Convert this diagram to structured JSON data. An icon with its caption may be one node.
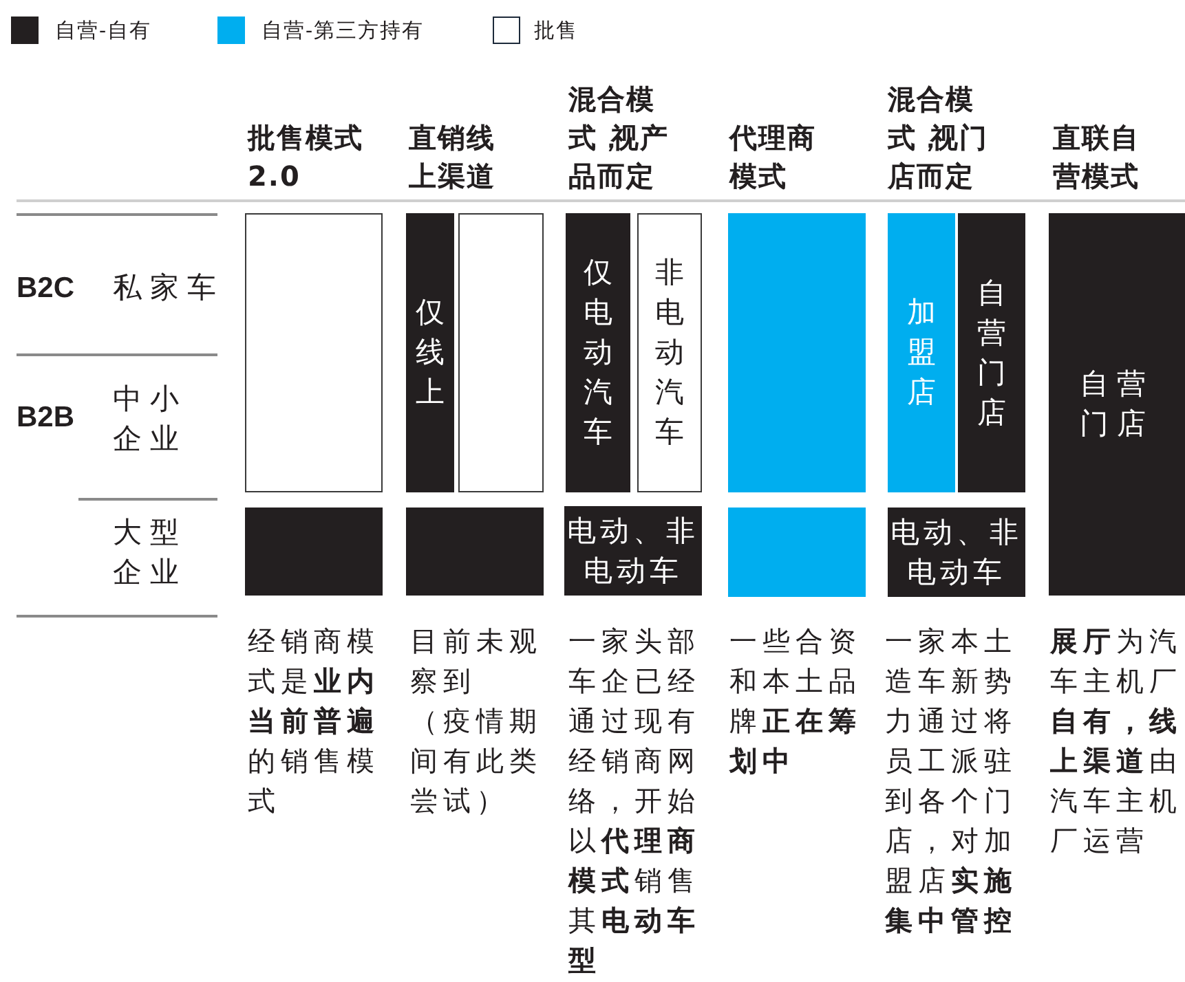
{
  "diagram": {
    "nodes": [
      {
        "text": [],
        "shape": "box"
      },
      {
        "text": [
          "仅线上"
        ]
      },
      {
        "text": [],
        "shape": "box"
      },
      {
        "text": [
          "仅电动汽车"
        ]
      },
      {
        "text": [
          "非电动汽车"
        ]
      },
      {
        "text": [],
        "shape": "box"
      },
      {
        "text": [
          "加盟店"
        ]
      },
      {
        "text": [
          "自营门店"
        ]
      },
      {
        "text": [
          "自营门店"
        ]
      },
      {
        "text": [],
        "shape": "box"
      },
      {
        "text": [],
        "shape": "box"
      },
      {
        "text": [
          "电动、非电动车"
        ]
      },
      {
        "text": [],
        "shape": "box"
      },
      {
        "text": [
          "电动、非电动车"
        ]
      }
    ],
    "edges": [],
    "labels": [
      "批售模式2.0",
      "直销线上渠道",
      "混合模式，视产品而定",
      "代理商模式",
      "混合模式，视门店而定",
      "直联自营模式",
      "B2C",
      "私家车",
      "B2B",
      "中小企业",
      "大型企业",
      "经销商模式是**业内当前普遍**的销售模式",
      "目前未观察到",
      "（疫情期间有此类尝试）",
      "一家头部车企已经通过现有经销商网络，开始以**代理商模式**销售其**电动车型**",
      "一些合资和本土品牌**正在筹划中**",
      "一家本土造车新势力通过将员工派驻到各个门店，对加盟店**实施集中管控**",
      "**展厅**为汽车主机厂**自有，线上渠道**由汽车主机厂运营"
    ],
    "legend": [
      {
        "text": "自营-自有",
        "color": "#231f20"
      },
      {
        "text": "自营-第三方持有",
        "color": "#00aeef"
      },
      {
        "text": "批售",
        "color": "#ffffff"
      }
    ]
  }
}
